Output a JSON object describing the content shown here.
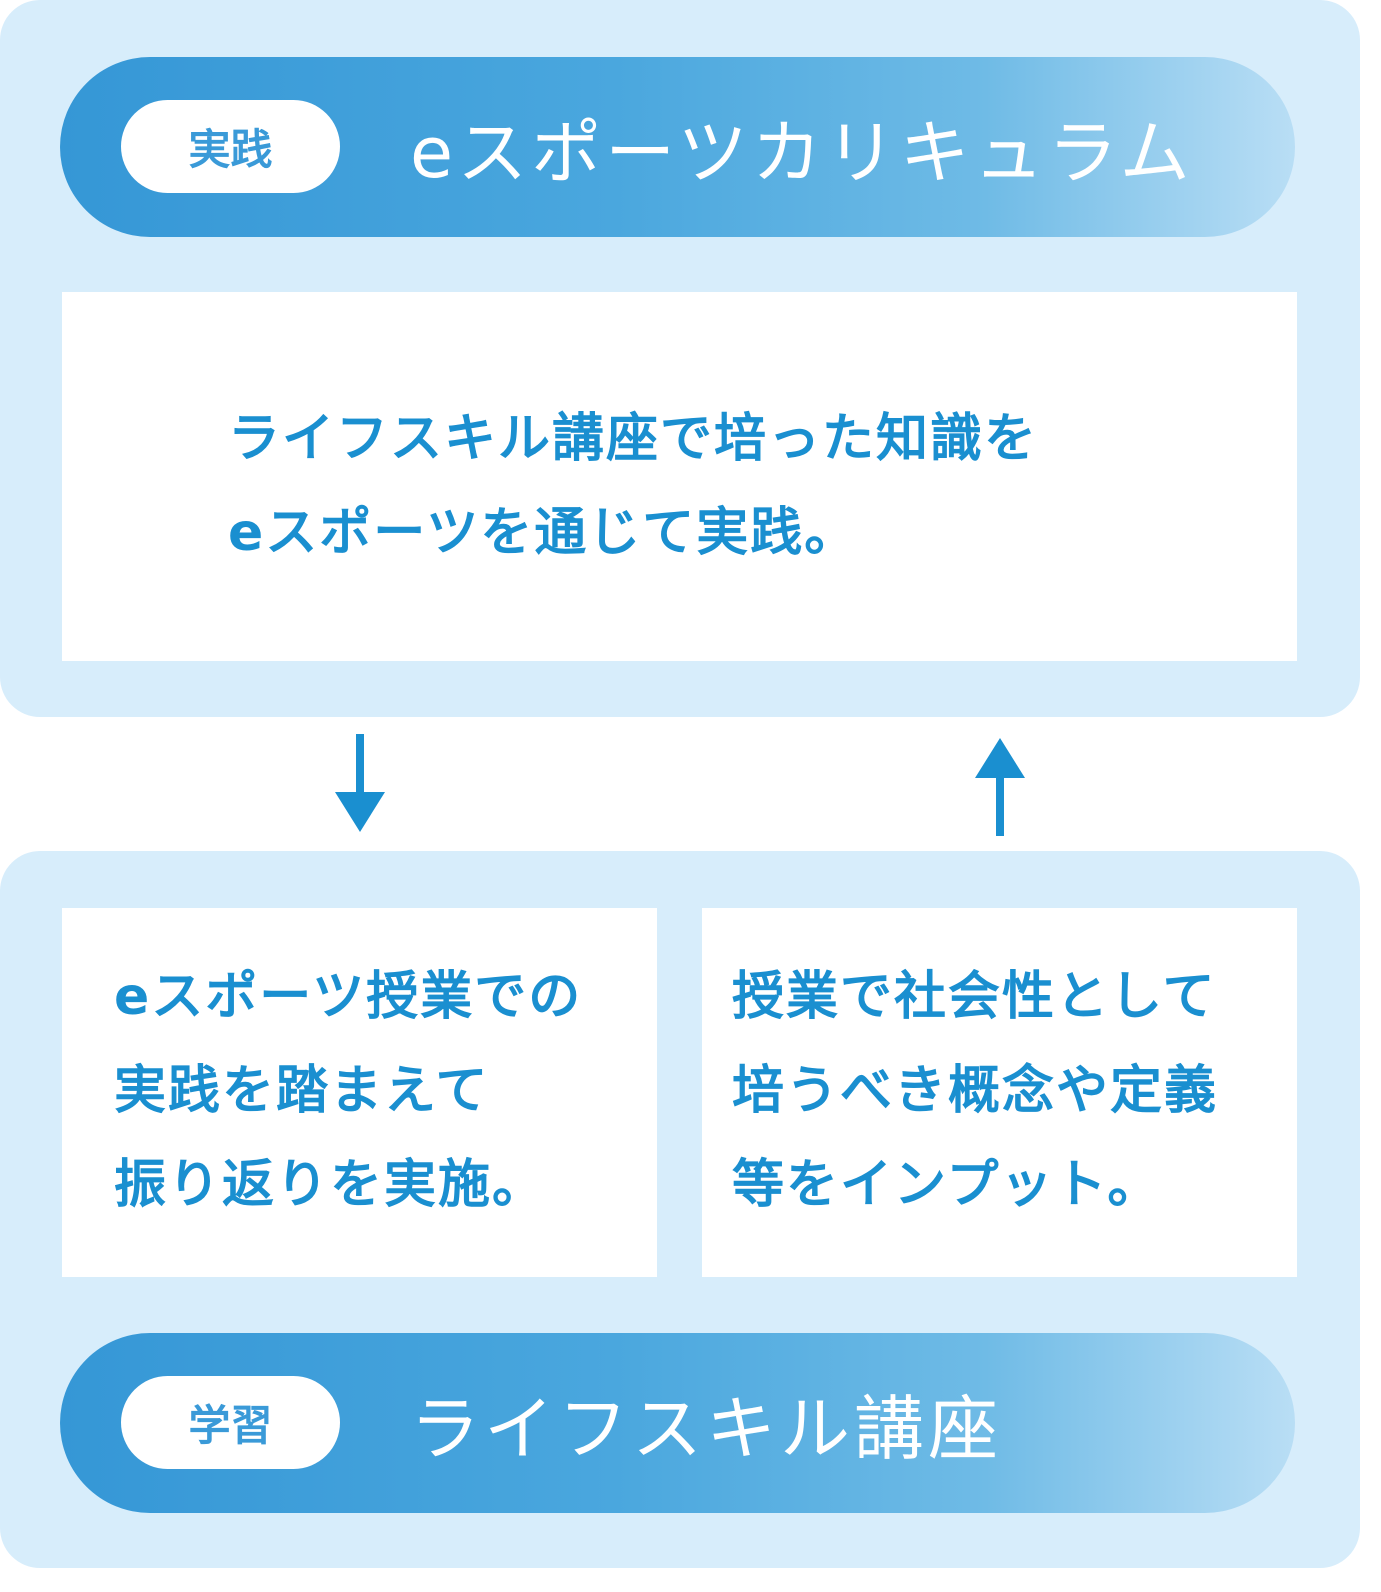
{
  "practice": {
    "badge": "実践",
    "title": "eスポーツカリキュラム",
    "description": [
      "ライフスキル講座で培った知識を",
      "eスポーツを通じて実践。"
    ]
  },
  "arrows": {
    "down": "arrow-down",
    "up": "arrow-up"
  },
  "learning": {
    "left_box": [
      "eスポーツ授業での",
      "実践を踏まえて",
      "振り返りを実施。"
    ],
    "right_box": [
      "授業で社会性として",
      "培うべき概念や定義",
      "等をインプット。"
    ],
    "badge": "学習",
    "title": "ライフスキル講座"
  },
  "colors": {
    "accent": "#1a8fd0",
    "panel": "#d7edfb",
    "arrow": "#1a8fd0"
  }
}
